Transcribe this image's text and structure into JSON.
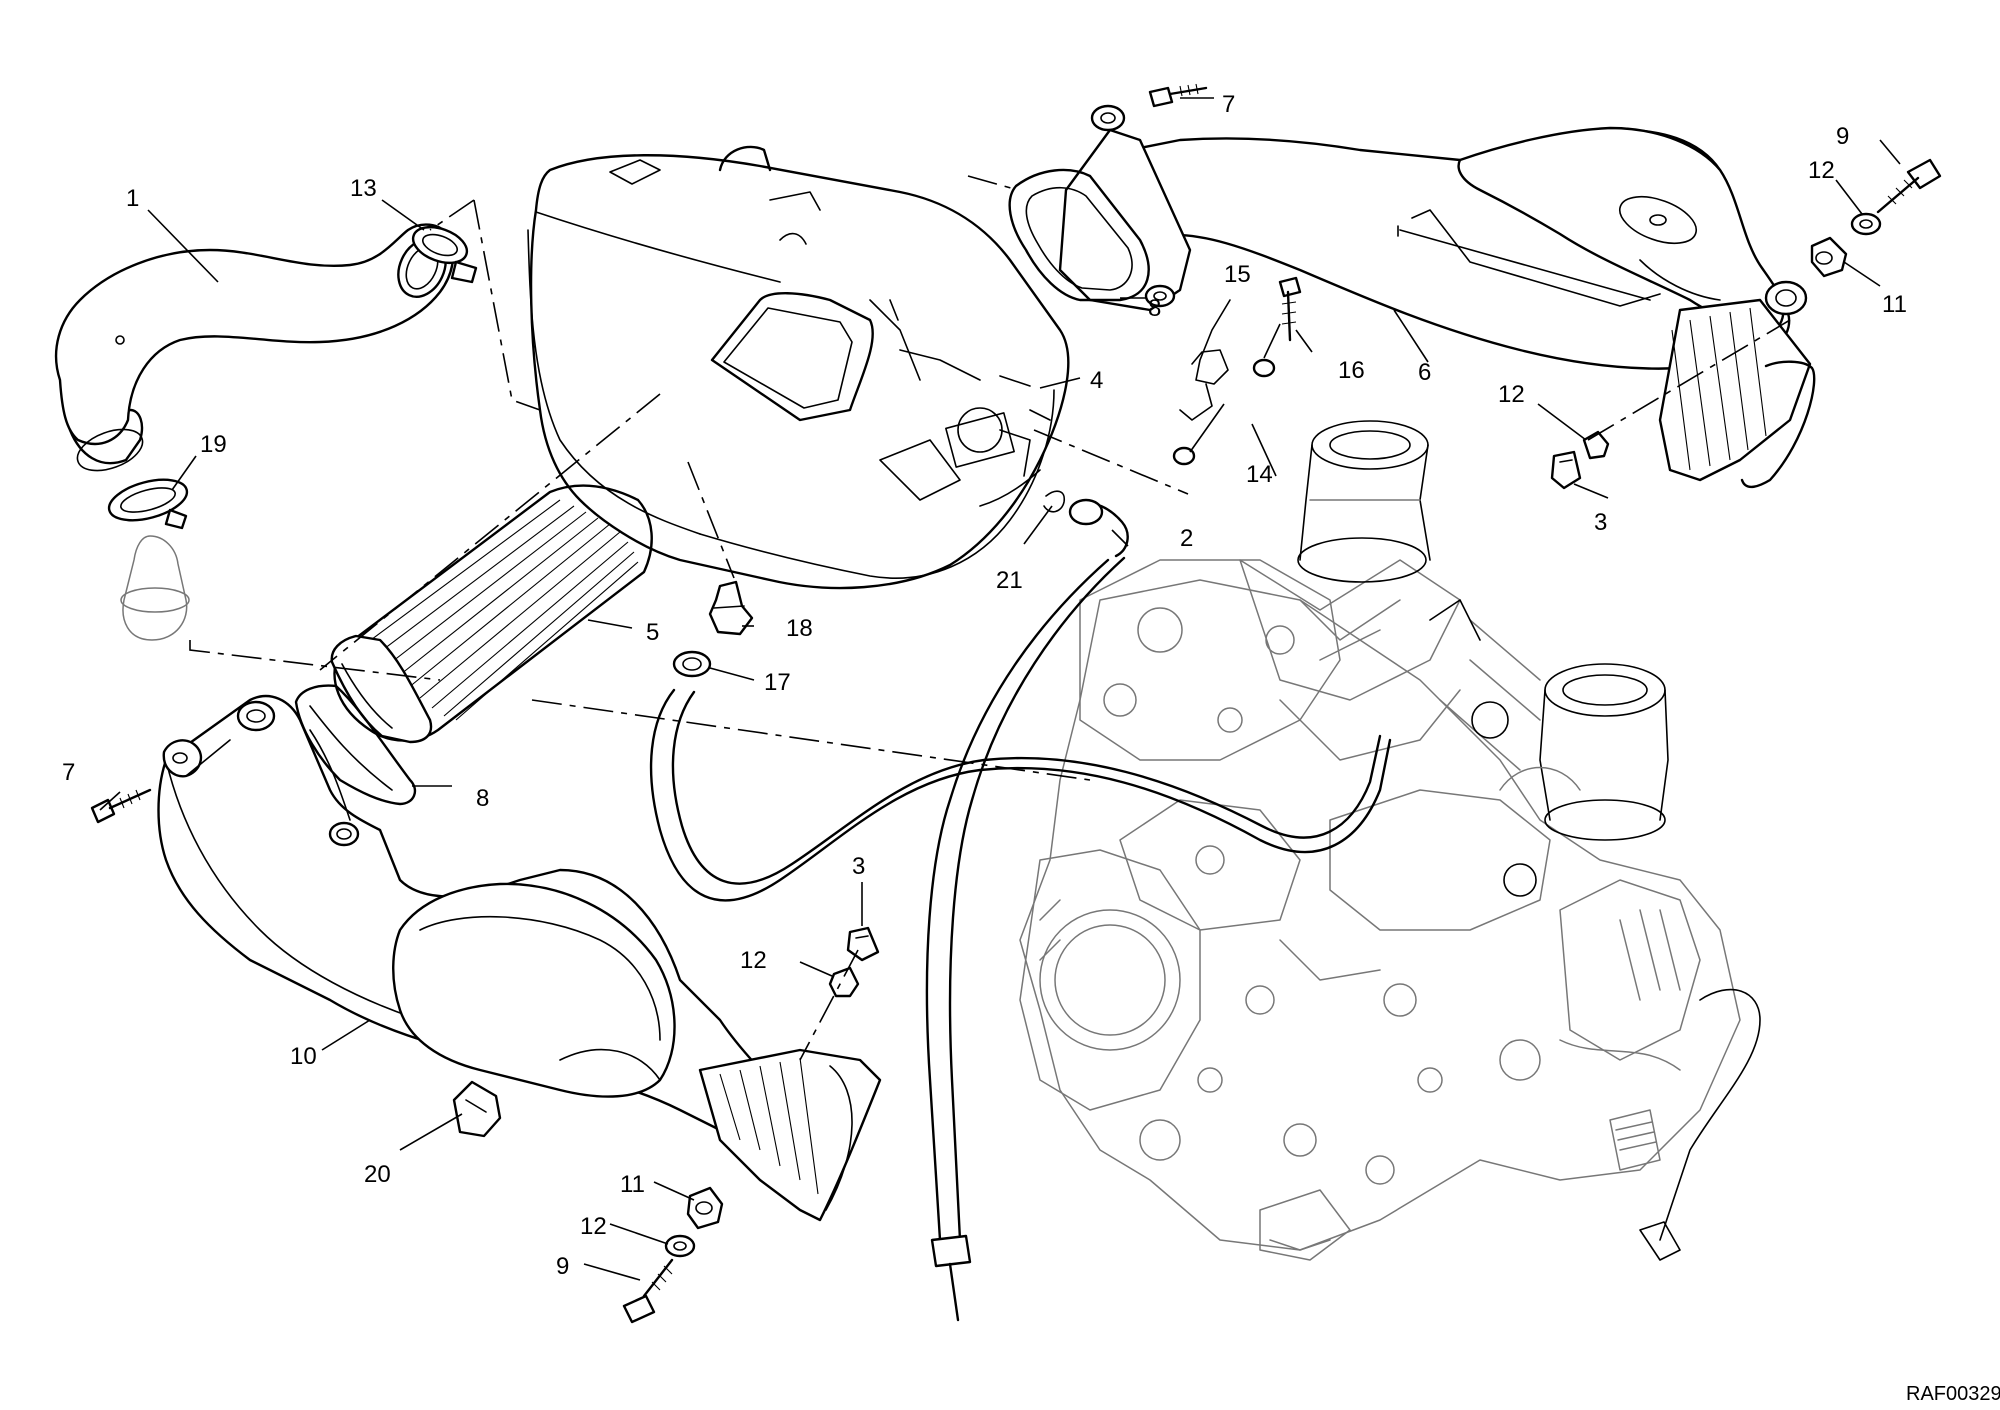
{
  "callouts": {
    "c1": "1",
    "c2": "2",
    "c3a": "3",
    "c3b": "3",
    "c4": "4",
    "c5": "5",
    "c6": "6",
    "c7a": "7",
    "c7b": "7",
    "c8a": "8",
    "c8b": "8",
    "c9a": "9",
    "c9b": "9",
    "c10": "10",
    "c11a": "11",
    "c11b": "11",
    "c12a": "12",
    "c12b": "12",
    "c12c": "12",
    "c12d": "12",
    "c13": "13",
    "c14": "14",
    "c15": "15",
    "c16": "16",
    "c17": "17",
    "c18": "18",
    "c19": "19",
    "c20": "20",
    "c21": "21"
  },
  "drawing_code": "RAF00329"
}
